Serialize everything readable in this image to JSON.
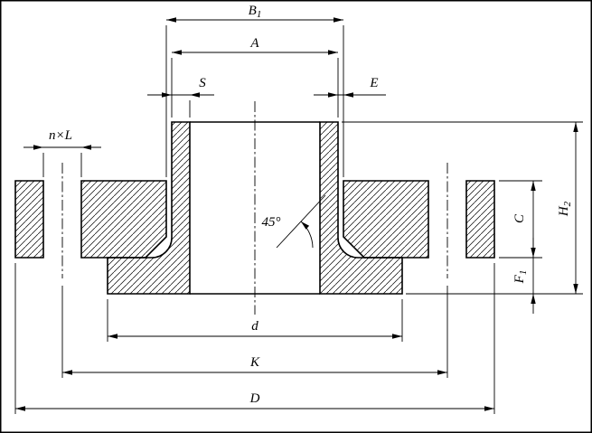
{
  "drawing": {
    "labels": {
      "b1_main": "B",
      "b1_sub": "1",
      "a": "A",
      "s": "S",
      "e": "E",
      "n_x_l": "n×L",
      "chamfer_angle": "45°",
      "d_hub": "d",
      "k_bolt_circle": "K",
      "d_outer": "D",
      "c": "C",
      "h2_main": "H",
      "h2_sub": "2",
      "f1_main": "F",
      "f1_sub": "1"
    },
    "style": {
      "line_color": "#000000",
      "background": "#ffffff"
    }
  }
}
